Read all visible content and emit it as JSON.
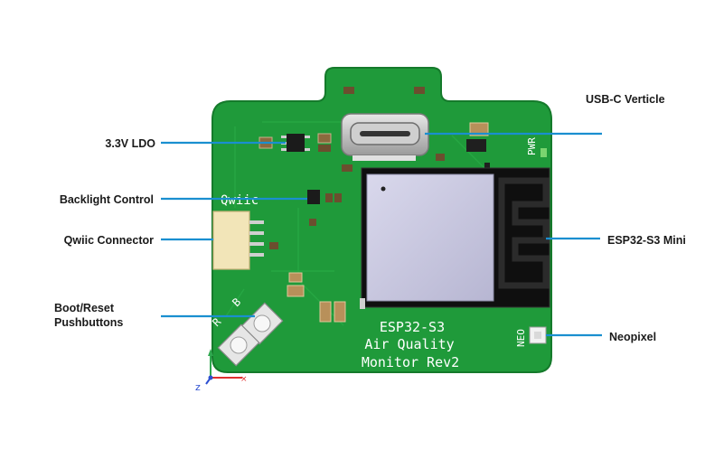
{
  "callouts": {
    "ldo": "3.3V LDO",
    "backlight": "Backlight Control",
    "qwiic": "Qwiic Connector",
    "boot_line1": "Boot/Reset",
    "boot_line2": "Pushbuttons",
    "usbc": "USB-C Verticle",
    "esp32": "ESP32-S3 Mini",
    "neopixel": "Neopixel"
  },
  "board": {
    "silkscreen_line1": "ESP32-S3",
    "silkscreen_line2": "Air Quality",
    "silkscreen_line3": "Monitor Rev2",
    "qwiic_label": "Qwiic",
    "pwr_label": "PWR",
    "neo_label": "NEO",
    "button_b": "B",
    "button_r": "R",
    "axis_z": "z"
  },
  "colors": {
    "pcb": "#1f9a3a",
    "pcb_dark": "#167a2d",
    "callout_line": "#1a8fd0",
    "silkscreen": "#ffffff",
    "module_shield": "#c9c8e0"
  }
}
